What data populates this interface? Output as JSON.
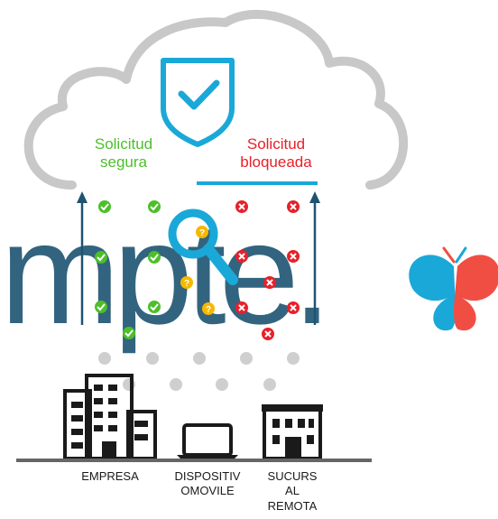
{
  "cloud": {
    "shield_icon": "shield-check-icon",
    "label_safe": "Solicitud segura",
    "label_blocked": "Solicitud bloqueada"
  },
  "watermark": {
    "text": "mpte."
  },
  "locations": [
    {
      "key": "company",
      "label": "EMPRESA",
      "icon": "office-building-icon"
    },
    {
      "key": "mobile",
      "label": "DISPOSITIV OMOVILE",
      "icon": "laptop-icon"
    },
    {
      "key": "branch",
      "label": "SUCURS AL REMOTA",
      "icon": "branch-building-icon"
    }
  ],
  "colors": {
    "cloud": "#c8c8c8",
    "accent": "#1aa8d8",
    "safe": "#4cbf2a",
    "blocked": "#e8202a",
    "unknown": "#f5b800",
    "watermark": "#1e5472",
    "pending": "#cfcfcf",
    "dark": "#1a1a1a"
  },
  "logo": {
    "name": "butterfly-logo-icon"
  }
}
